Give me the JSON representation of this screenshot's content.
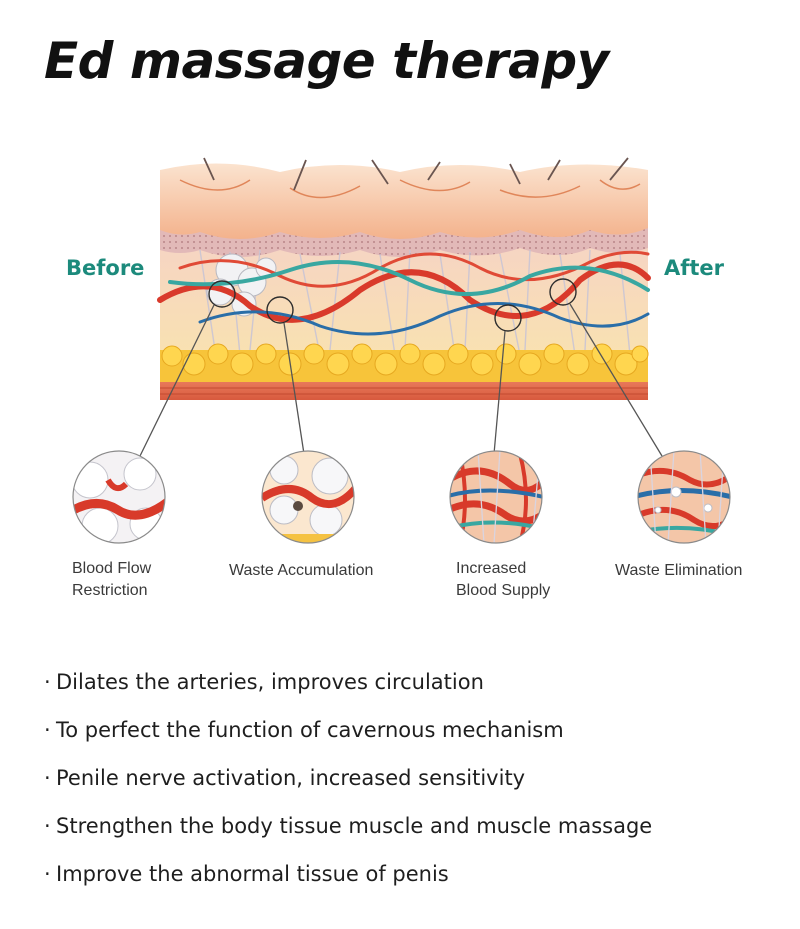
{
  "title": "Ed massage therapy",
  "labels": {
    "before": "Before",
    "after": "After"
  },
  "accent_color": "#1c8a7c",
  "captions": [
    {
      "line1": "Blood Flow",
      "line2": "Restriction"
    },
    {
      "line1": "Waste Accumulation",
      "line2": ""
    },
    {
      "line1": "Increased",
      "line2": "Blood Supply"
    },
    {
      "line1": "Waste Elimination",
      "line2": ""
    }
  ],
  "bullet_marker": "·",
  "bullets": [
    "Dilates the arteries, improves circulation",
    "To perfect the function of cavernous mechanism",
    "Penile nerve activation, increased sensitivity",
    "Strengthen the body tissue muscle and muscle massage",
    "Improve the abnormal tissue of penis"
  ]
}
